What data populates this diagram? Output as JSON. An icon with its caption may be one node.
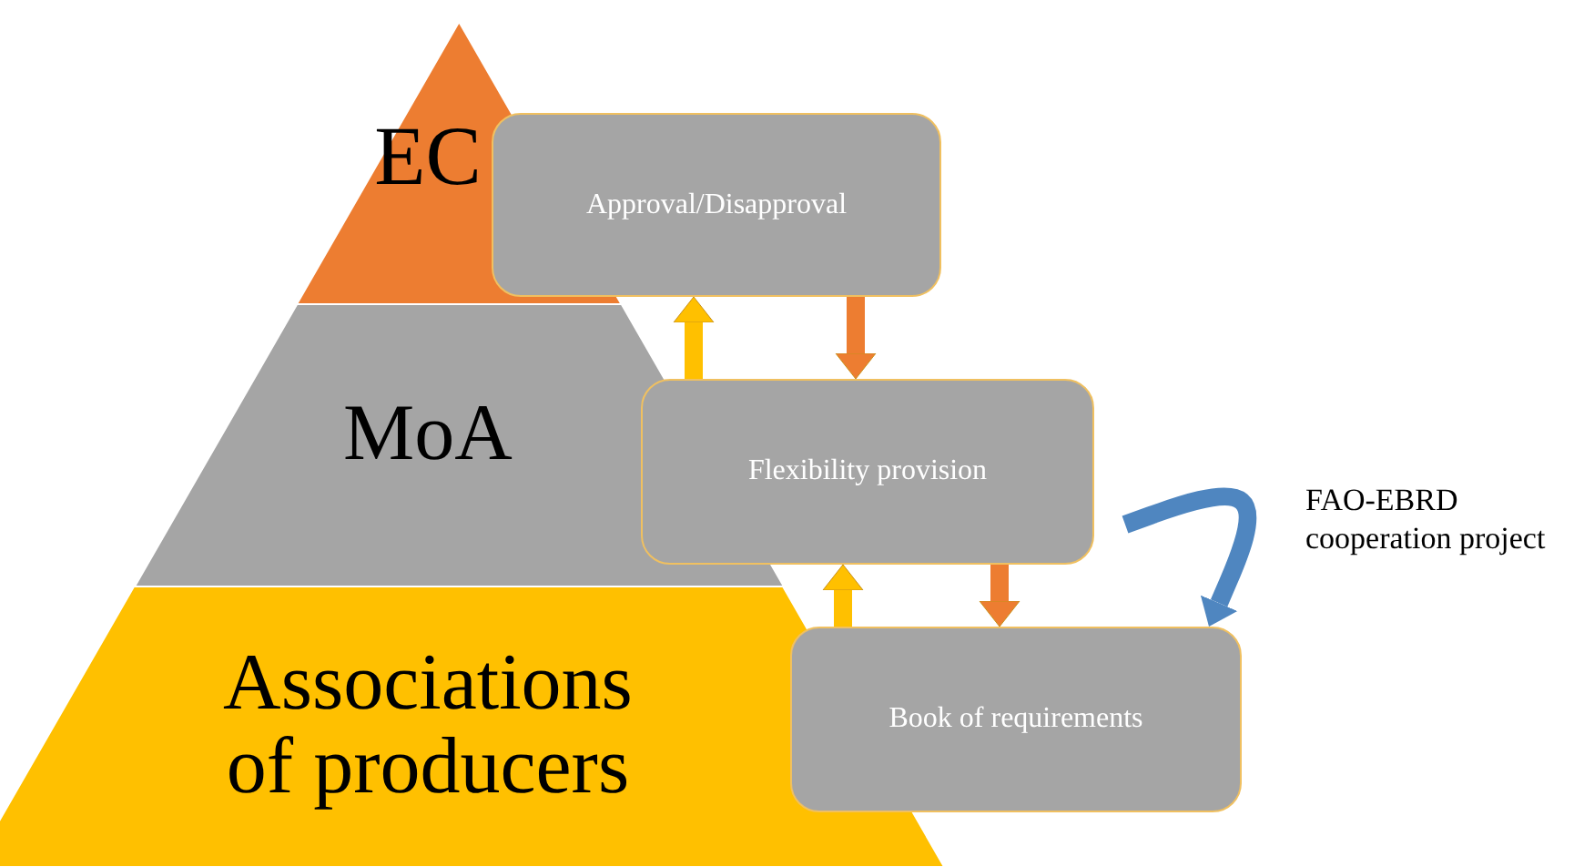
{
  "diagram": {
    "nodes": [
      {
        "text": [
          "EC"
        ]
      },
      {
        "text": [
          "MoA"
        ]
      },
      {
        "text": [
          "Associations of producers"
        ]
      },
      {
        "text": [
          "Approval/Disapproval"
        ]
      },
      {
        "text": [
          "Flexibility provision"
        ]
      },
      {
        "text": [
          "Book of requirements"
        ]
      }
    ],
    "edges": [
      {
        "from": 4,
        "to": 3,
        "arrow": "to",
        "color": "#ffc000"
      },
      {
        "from": 3,
        "to": 4,
        "arrow": "to",
        "color": "#ed7d31"
      },
      {
        "from": 5,
        "to": 4,
        "arrow": "to",
        "color": "#ffc000"
      },
      {
        "from": 4,
        "to": 5,
        "arrow": "to",
        "color": "#ed7d31"
      },
      {
        "from": 4,
        "to": 5,
        "arrow": "to",
        "color": "#4f86c0",
        "label": "FAO-EBRD cooperation project"
      }
    ]
  }
}
